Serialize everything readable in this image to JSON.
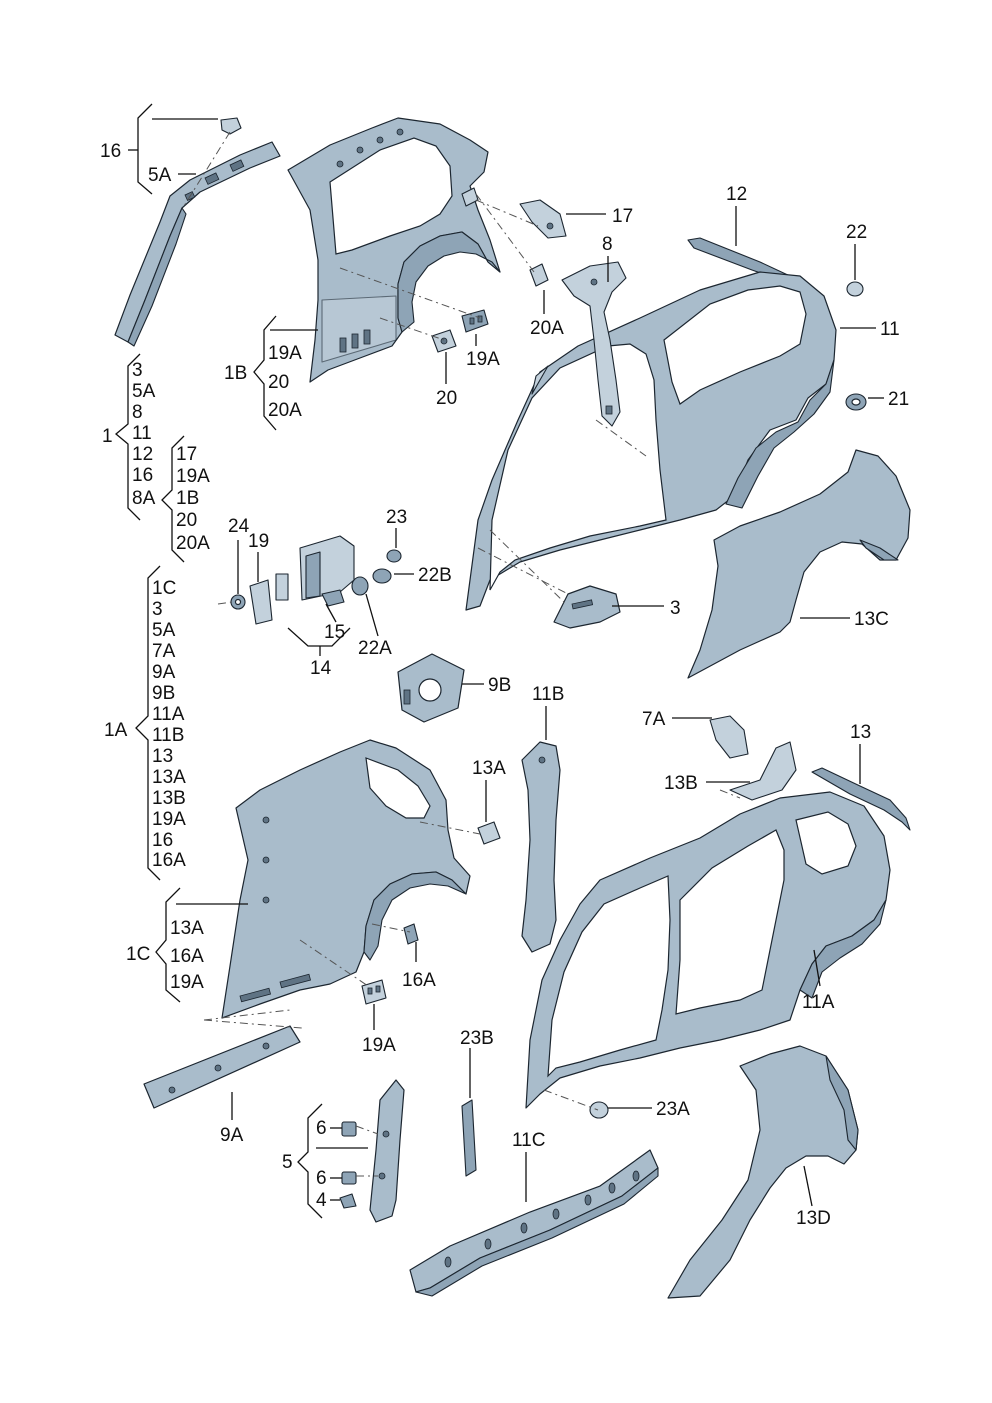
{
  "callouts": {
    "c16": "16",
    "c5A_top": "5A",
    "c17": "17",
    "c12": "12",
    "c22": "22",
    "c8": "8",
    "c20A_top": "20A",
    "c11": "11",
    "c21": "21",
    "c1B": "1B",
    "c19A_a": "19A",
    "c20_a": "20",
    "c20A_a": "20A",
    "c19A_mid": "19A",
    "c20_mid": "20",
    "c24": "24",
    "c19": "19",
    "c23": "23",
    "c22B": "22B",
    "c15": "15",
    "c22A": "22A",
    "c14": "14",
    "c3_mid": "3",
    "c13C": "13C",
    "c9B": "9B",
    "c1": "1",
    "c1A": "1A",
    "c11B": "11B",
    "c7A": "7A",
    "c13": "13",
    "c13A": "13A",
    "c13B": "13B",
    "c1C": "1C",
    "c16A": "16A",
    "c11A": "11A",
    "c19A_low": "19A",
    "c23B": "23B",
    "c9A": "9A",
    "c23A": "23A",
    "c11C": "11C",
    "c5": "5",
    "c6_a": "6",
    "c6_b": "6",
    "c4": "4",
    "c13D": "13D",
    "c13A_1C": "13A",
    "c16A_1C": "16A",
    "c19A_1C": "19A"
  },
  "group_1": [
    "3",
    "5A",
    "8",
    "11",
    "12",
    "16",
    "8A"
  ],
  "group_8A": [
    "17",
    "19A",
    "1B",
    "20",
    "20A"
  ],
  "group_1A": [
    "1C",
    "3",
    "5A",
    "7A",
    "9A",
    "9B",
    "11A",
    "11B",
    "13",
    "13A",
    "13B",
    "19A",
    "16",
    "16A"
  ]
}
